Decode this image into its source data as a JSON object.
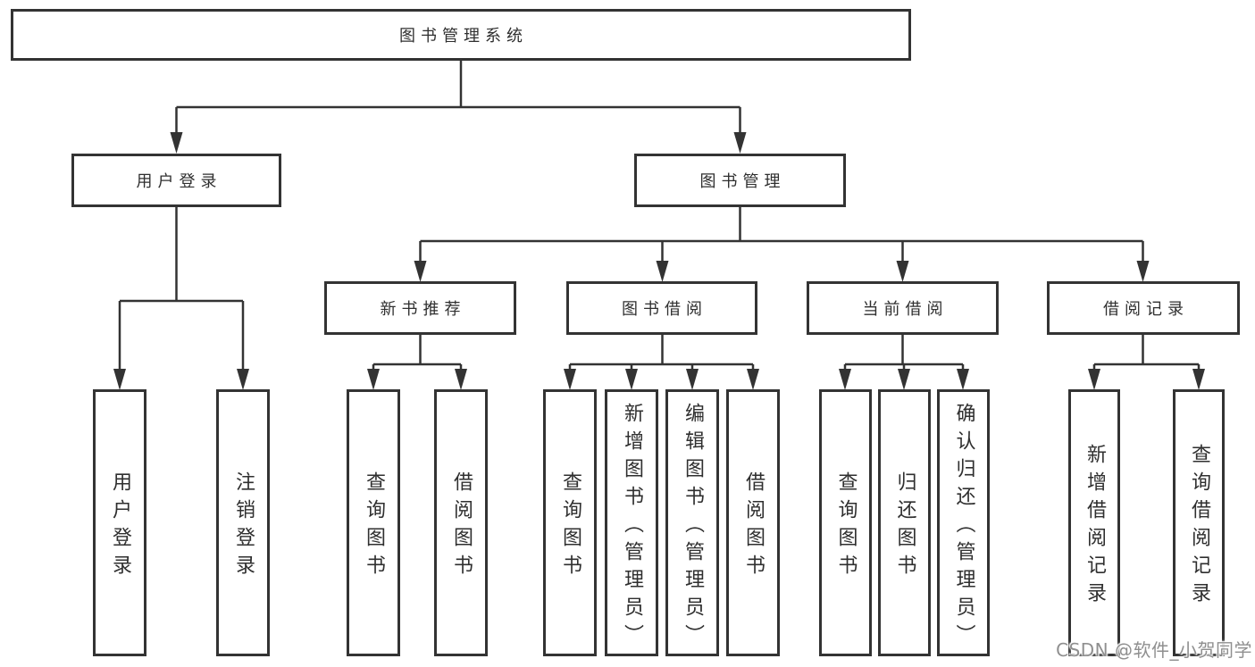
{
  "tree": {
    "root": {
      "label": "图书管理系统"
    },
    "branches": [
      {
        "label": "用户登录",
        "children": [
          {
            "label": "用户登录"
          },
          {
            "label": "注销登录"
          }
        ]
      },
      {
        "label": "图书管理",
        "children": [
          {
            "label": "新书推荐",
            "children": [
              {
                "label": "查询图书"
              },
              {
                "label": "借阅图书"
              }
            ]
          },
          {
            "label": "图书借阅",
            "children": [
              {
                "label": "查询图书"
              },
              {
                "label": "新增图书（管理员）"
              },
              {
                "label": "编辑图书（管理员）"
              },
              {
                "label": "借阅图书"
              }
            ]
          },
          {
            "label": "当前借阅",
            "children": [
              {
                "label": "查询图书"
              },
              {
                "label": "归还图书"
              },
              {
                "label": "确认归还（管理员）"
              }
            ]
          },
          {
            "label": "借阅记录",
            "children": [
              {
                "label": "新增借阅记录"
              },
              {
                "label": "查询借阅记录"
              }
            ]
          }
        ]
      }
    ]
  },
  "watermark": {
    "text": "CSDN @软件_小贺同学"
  },
  "colors": {
    "line": "#333333",
    "box_border": "#333333",
    "text": "#2f2f2f",
    "watermark": "#8f8f8f",
    "background": "#ffffff"
  }
}
